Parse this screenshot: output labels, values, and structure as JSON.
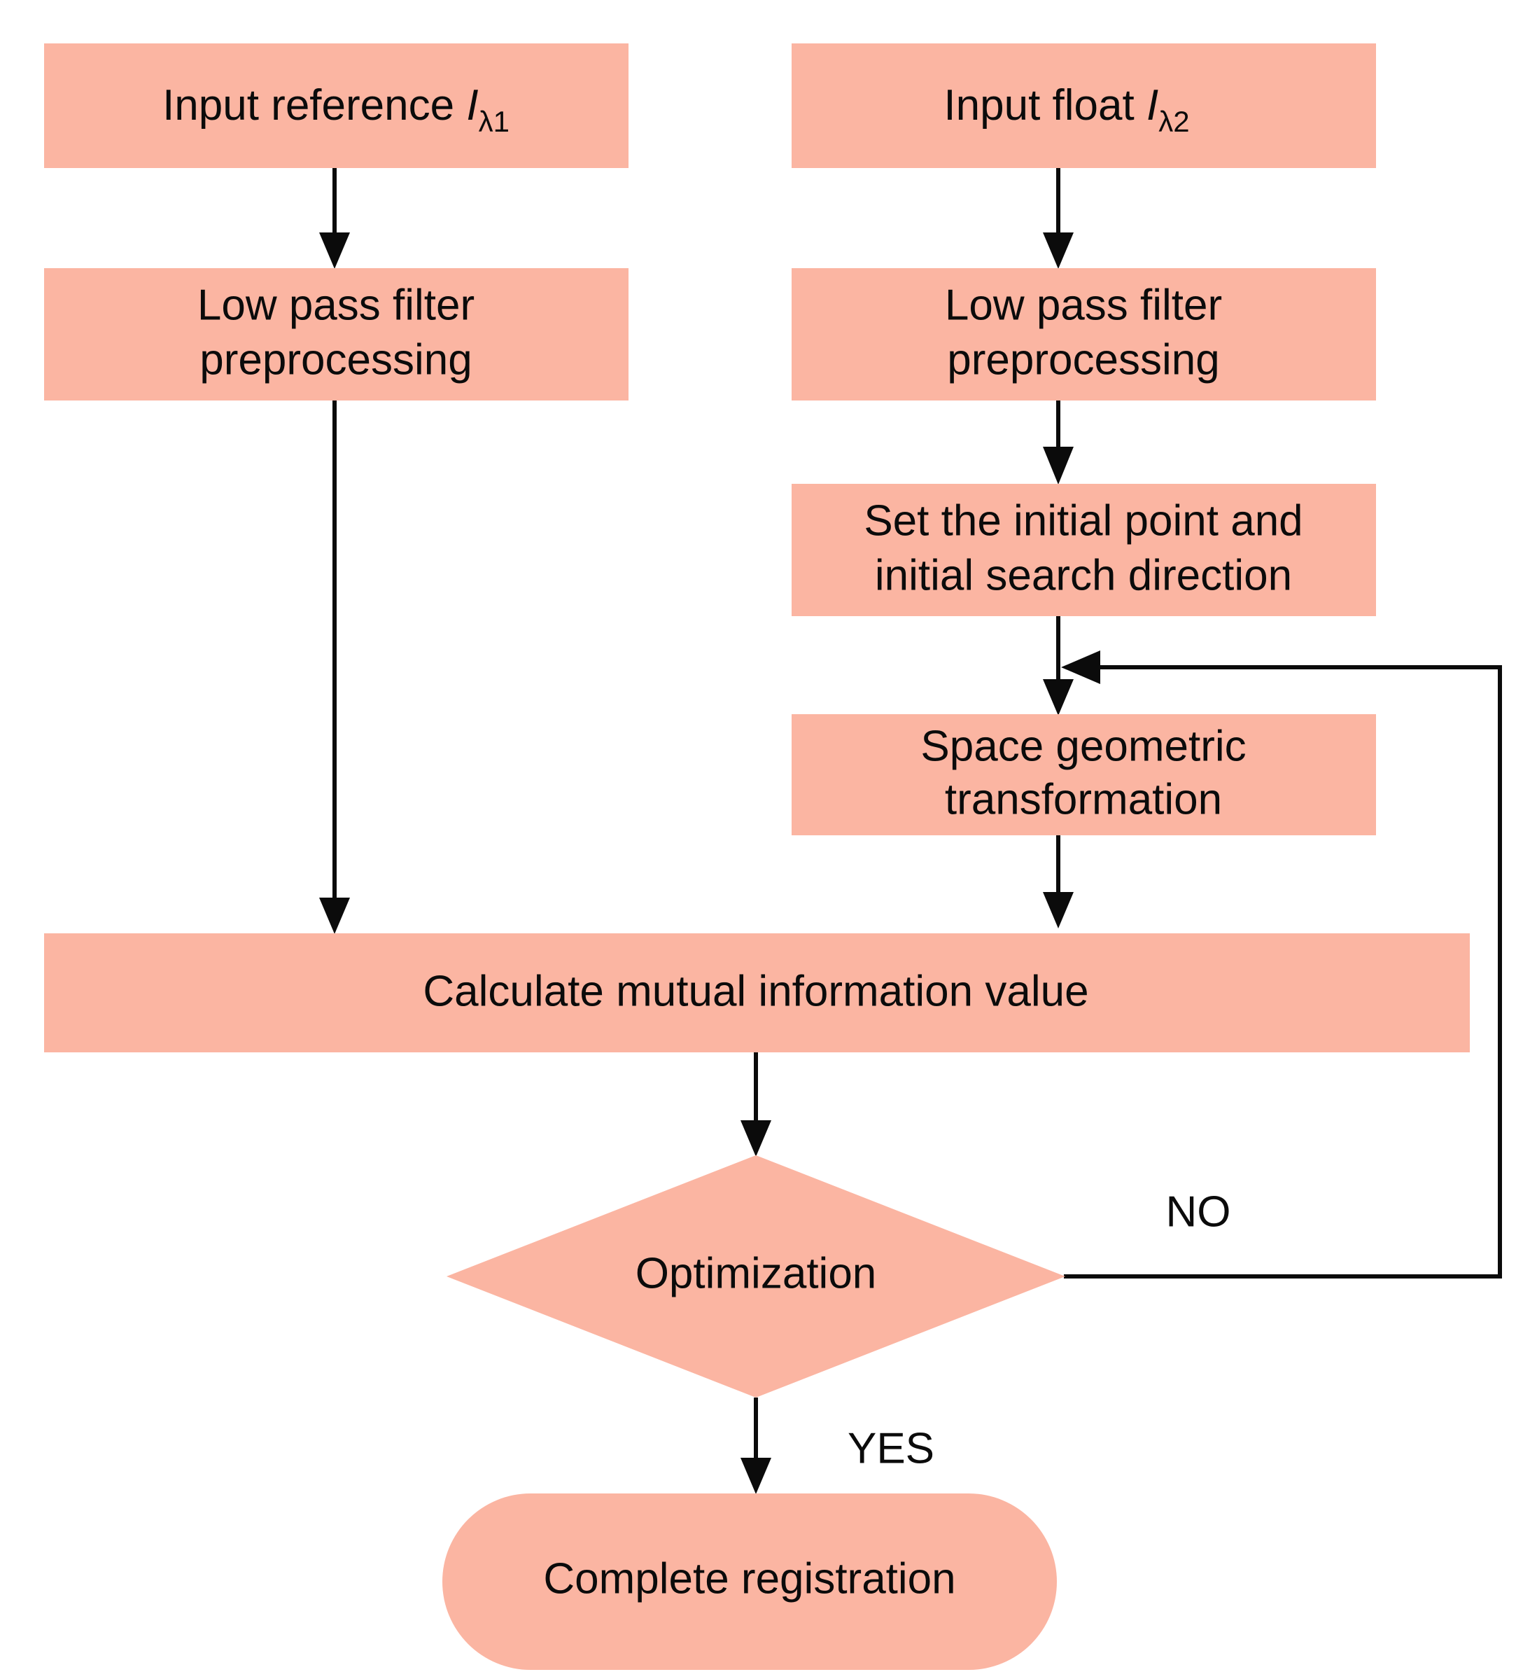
{
  "diagram": {
    "title": "Mutual information image registration flowchart",
    "fill_color": "#fbb5a2",
    "line_color": "#0b0b0b",
    "background_color": "#ffffff"
  },
  "nodes": {
    "input_reference": {
      "label_main": "Input reference ",
      "label_var": "I",
      "label_sub": "λ1",
      "shape": "process"
    },
    "input_float": {
      "label_main": "Input float ",
      "label_var": "I",
      "label_sub": "λ2",
      "shape": "process"
    },
    "lowpass_left": {
      "line1": "Low pass filter",
      "line2": "preprocessing",
      "shape": "process"
    },
    "lowpass_right": {
      "line1": "Low pass filter",
      "line2": "preprocessing",
      "shape": "process"
    },
    "set_initial": {
      "line1": "Set the initial point and",
      "line2": "initial search direction",
      "shape": "process"
    },
    "space_transform": {
      "line1": "Space geometric",
      "line2": "transformation",
      "shape": "process"
    },
    "calculate_mi": {
      "label": "Calculate mutual information value",
      "shape": "process"
    },
    "optimization": {
      "label": "Optimization",
      "shape": "decision"
    },
    "complete_registration": {
      "label": "Complete registration",
      "shape": "terminator"
    }
  },
  "edge_labels": {
    "no": "NO",
    "yes": "YES"
  }
}
